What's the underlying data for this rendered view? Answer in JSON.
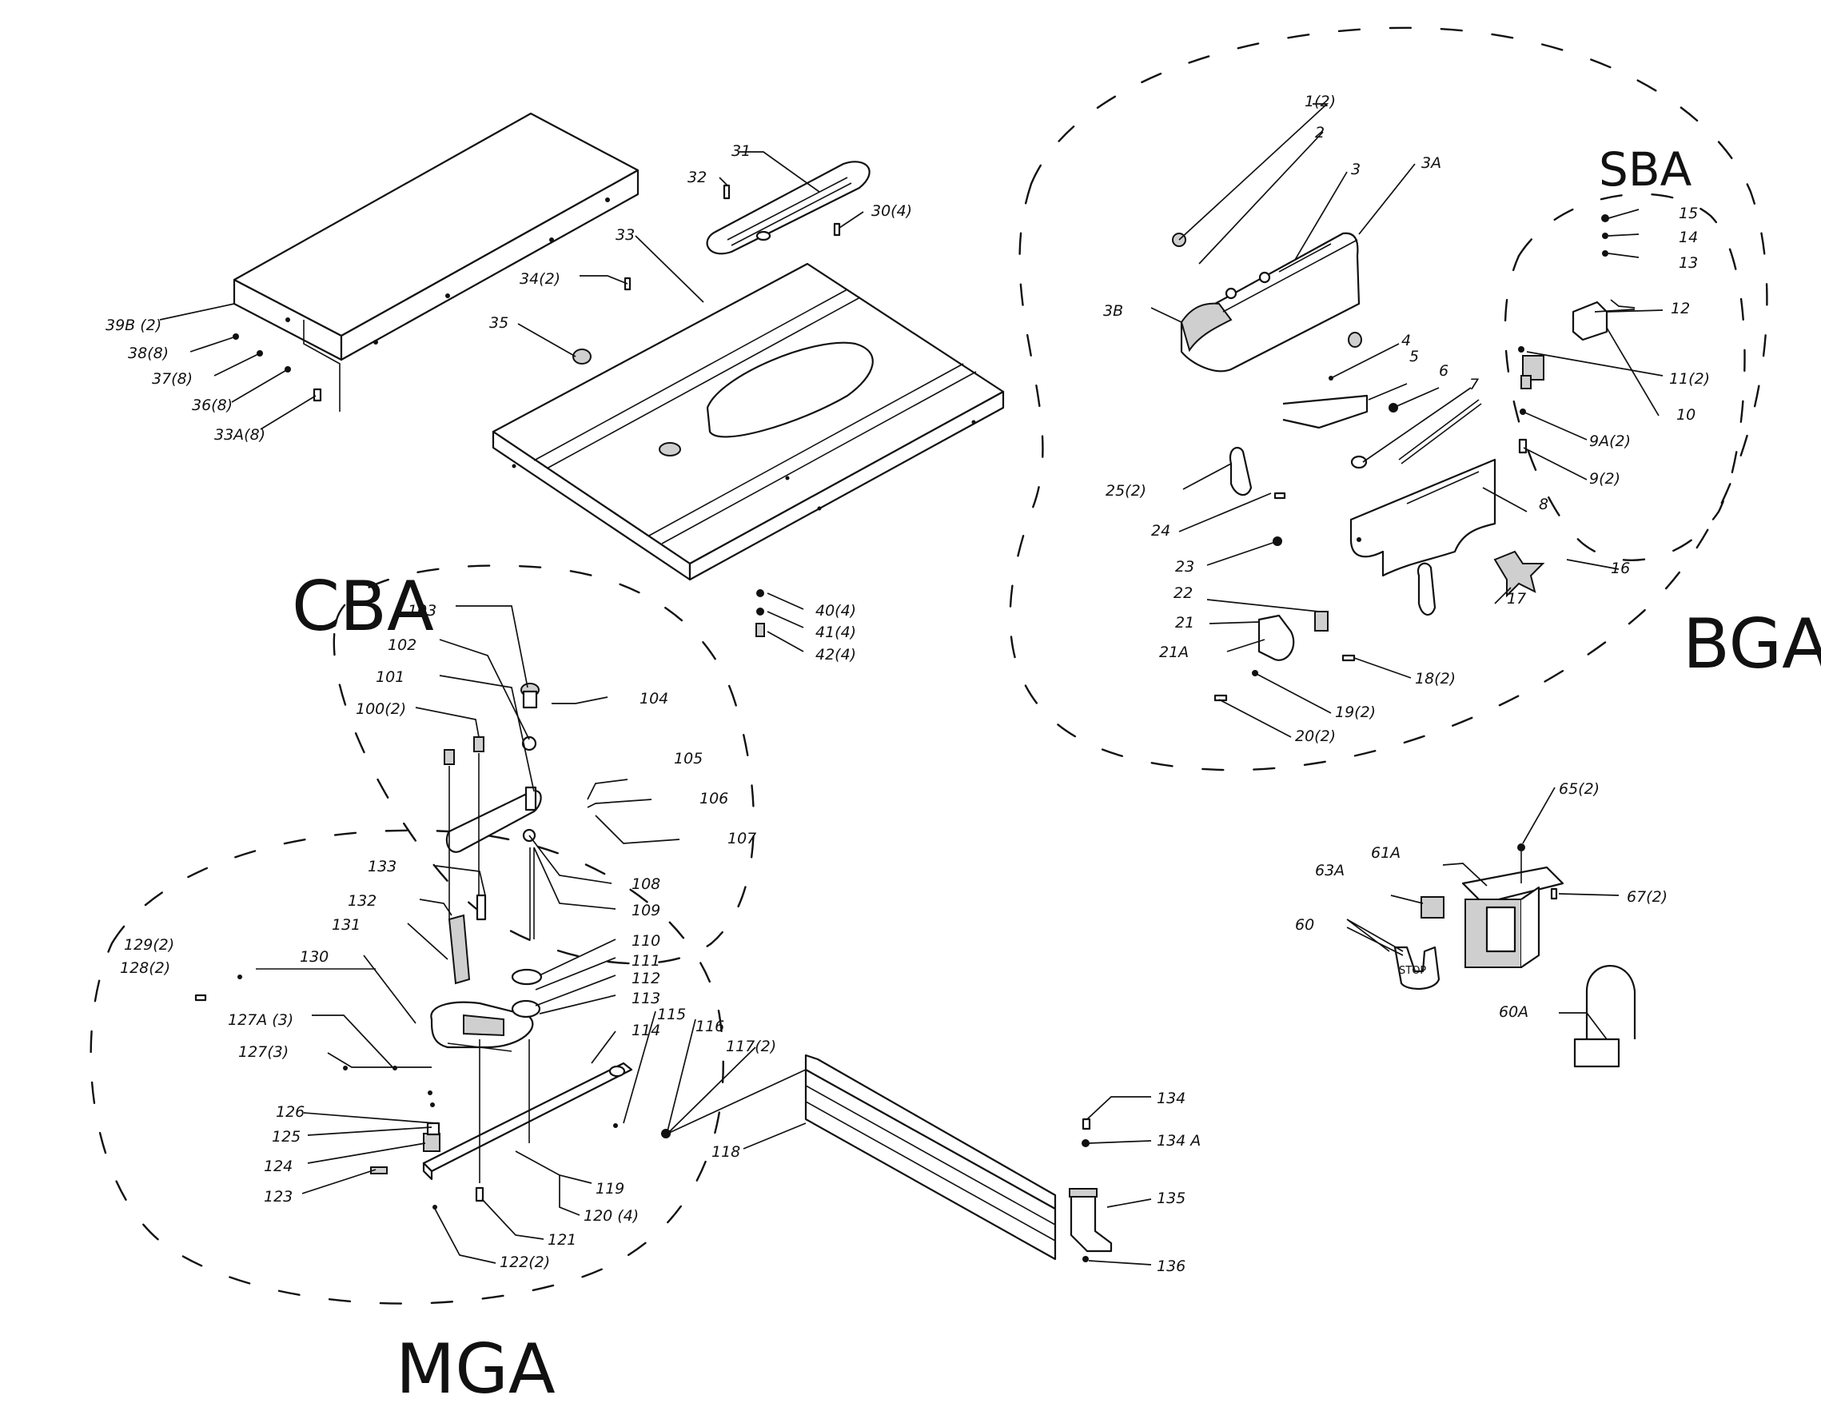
{
  "assemblies": {
    "cba": "CBA",
    "mga": "MGA",
    "sba": "SBA",
    "bga": "BGA"
  },
  "stop_text": "STOP",
  "part_labels": [
    "1(2)",
    "2",
    "3",
    "3A",
    "3B",
    "4",
    "5",
    "6",
    "7",
    "8",
    "9(2)",
    "9A(2)",
    "10",
    "11(2)",
    "12",
    "13",
    "14",
    "15",
    "16",
    "17",
    "18(2)",
    "19(2)",
    "20(2)",
    "21",
    "21A",
    "22",
    "23",
    "24",
    "25(2)",
    "30(4)",
    "31",
    "32",
    "33",
    "33A(8)",
    "34(2)",
    "35",
    "36(8)",
    "37(8)",
    "38(8)",
    "39B (2)",
    "40(4)",
    "41(4)",
    "42(4)",
    "60",
    "60A",
    "61A",
    "63A",
    "65(2)",
    "67(2)",
    "100(2)",
    "101",
    "102",
    "103",
    "104",
    "105",
    "106",
    "107",
    "108",
    "109",
    "110",
    "111",
    "112",
    "113",
    "114",
    "115",
    "116",
    "117(2)",
    "118",
    "119",
    "120 (4)",
    "121",
    "122(2)",
    "123",
    "124",
    "125",
    "126",
    "127(3)",
    "127A (3)",
    "128(2)",
    "129(2)",
    "130",
    "131",
    "132",
    "133",
    "134",
    "134 A",
    "135",
    "136"
  ]
}
